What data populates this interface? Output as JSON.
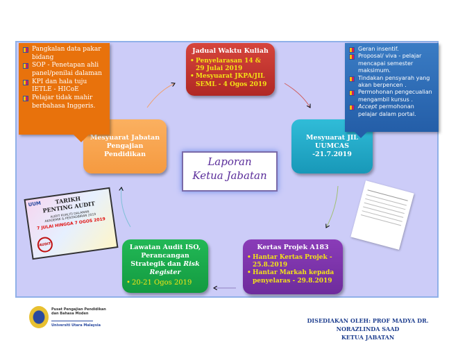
{
  "orange_callout": {
    "items": [
      "Pangkalan data pakar bidang",
      "SOP - Penetapan ahli panel/penilai dalaman",
      "KPI dan hala tuju IETLE - HICoE",
      "Pelajar tidak mahir berbahasa Inggeris."
    ]
  },
  "blue_callout": {
    "items": [
      "Geran insentif.",
      "Proposal/ viva - pelajar mencapai semester maksimum.",
      "Tindakan pensyarah yang akan berpencen .",
      "Permohonan pengecualian mengambil kursus ."
    ],
    "last_italic": "Accept",
    "last_rest": " permohonan pelajar dalam portal."
  },
  "jabatan_box": {
    "title": "Mesyuarat Jabatan Pengajian Pendidikan"
  },
  "jadual_box": {
    "title": "Jadual Waktu Kuliah",
    "items": [
      "Penyelarasan 14 & 29 Julai 2019",
      "Mesyuarat JKPA/JIL SEML - 4 Ogos 2019"
    ]
  },
  "jil_box": {
    "title": "Mesyuarat JIL UUMCAS -21.7.2019"
  },
  "center": {
    "line1": "Laporan",
    "line2": "Ketua Jabatan"
  },
  "audit_box": {
    "title1": "Lawatan Audit ISO, Perancangan Strategik dan ",
    "title_italic": "Risk Register",
    "items": [
      "20-21 Ogos 2019"
    ]
  },
  "projek_box": {
    "title": "Kertas Projek A183",
    "items": [
      "Hantar Kertas Projek - 25.8.2019",
      "Hantar Markah kepada penyelaras - 29.8.2019"
    ]
  },
  "poster": {
    "brand": "UUM",
    "title1": "TARIKH",
    "title2": "PENTING AUDIT",
    "sub1": "AUDIT KUALITI DALAMAN",
    "sub2": "AKADEMIK & PENTADBIRAN 2019",
    "dates": "7 JULAI HINGGA 7 OGOS 2019",
    "stamp": "AUDIT"
  },
  "footer": {
    "logo_line1": "Pusat Pengajian Pendidikan",
    "logo_line2": "dan Bahasa Moden",
    "university": "Universiti Utara Malaysia",
    "prepared_by": "DISEDIAKAN OLEH: PROF MADYA DR. NORAZLINDA SAAD",
    "position": "KETUA JABATAN"
  }
}
